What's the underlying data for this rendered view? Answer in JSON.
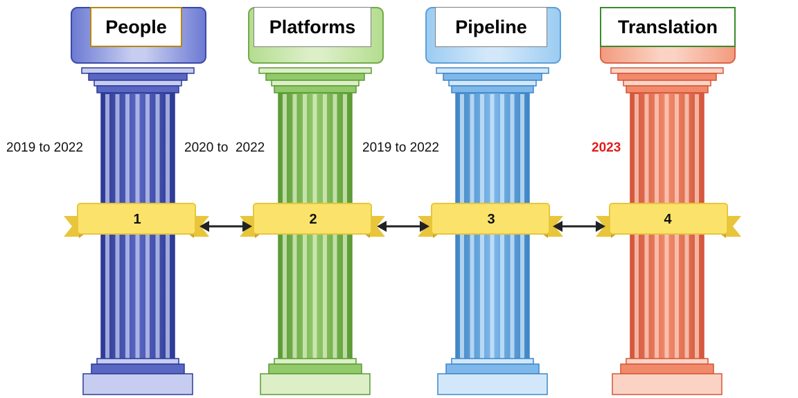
{
  "pillars": [
    {
      "title": "People",
      "number": "1",
      "years": "2019 to 2022",
      "year_highlight": false,
      "colors": {
        "light": "#c7cdf0",
        "mid": "#5966c2",
        "dark": "#2c3a96",
        "box": "#6d7bd3",
        "boxEdge": "#3a49a8",
        "labelBorder": "#b8860b"
      }
    },
    {
      "title": "Platforms",
      "number": "2",
      "years": "2020 to  2022",
      "year_highlight": false,
      "colors": {
        "light": "#dcefc7",
        "mid": "#92c96a",
        "dark": "#5a9a35",
        "box": "#b4dd8f",
        "boxEdge": "#72aa4b",
        "labelBorder": "#7f7f7f"
      }
    },
    {
      "title": "Pipeline",
      "number": "3",
      "years": "2019 to 2022",
      "year_highlight": false,
      "colors": {
        "light": "#d2e8fa",
        "mid": "#7eb8ea",
        "dark": "#3f86c7",
        "box": "#9cccf2",
        "boxEdge": "#5c9fd9",
        "labelBorder": "#7f7f7f"
      }
    },
    {
      "title": "Translation",
      "number": "4",
      "years": "2023",
      "year_highlight": true,
      "colors": {
        "light": "#fbd3c4",
        "mid": "#f08a6a",
        "dark": "#d4553a",
        "box": "#f39b7e",
        "boxEdge": "#d9634a",
        "labelBorder": "#3a8a2e"
      }
    }
  ],
  "ribbon_color": "#fbe36b",
  "ribbon_shadow": "#e8c53a",
  "arrow_color": "#222222",
  "highlight_color": "#e31b1b"
}
